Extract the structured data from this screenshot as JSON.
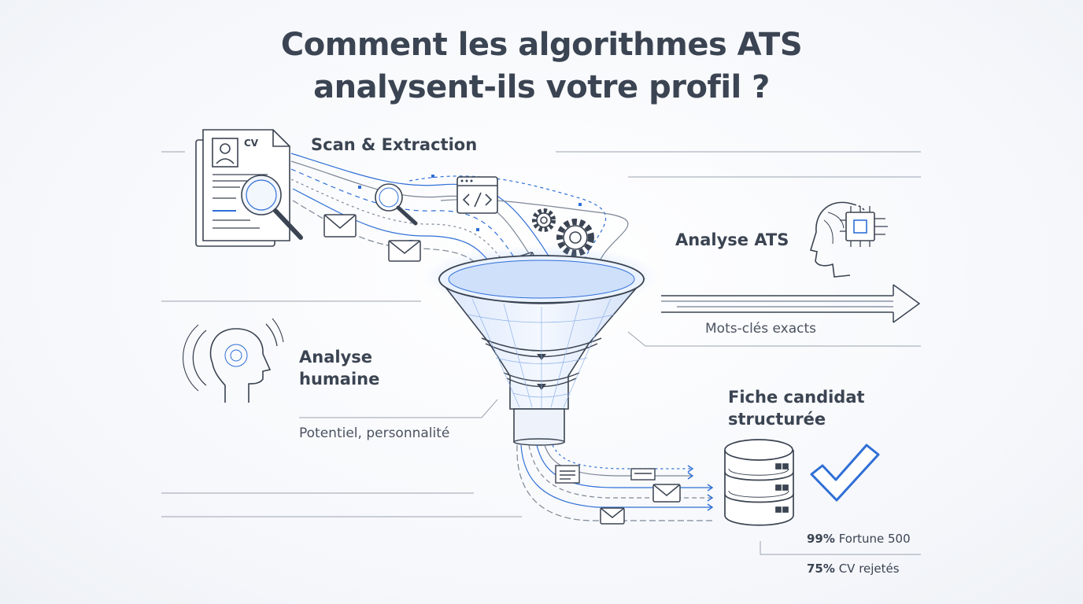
{
  "title_line1": "Comment les algorithmes ATS",
  "title_line2": "analysent-ils votre profil ?",
  "steps": {
    "scan": "Scan & Extraction",
    "ats": "Analyse ATS",
    "ats_detail": "Mots-clés exacts",
    "human_l1": "Analyse",
    "human_l2": "humaine",
    "human_detail": "Potentiel, personnalité",
    "output_l1": "Fiche candidat",
    "output_l2": "structurée"
  },
  "cv_badge": "CV",
  "stats": [
    {
      "value": "99%",
      "label": "Fortune 500"
    },
    {
      "value": "75%",
      "label": "CV rejetés"
    }
  ],
  "colors": {
    "accent": "#2f6fd6",
    "line": "#3b4452",
    "muted": "#9aa3b0"
  },
  "icons": [
    "cv-document-icon",
    "magnifier-icon",
    "envelope-icon",
    "code-window-icon",
    "gear-icon",
    "funnel-icon",
    "ai-head-icon",
    "chip-icon",
    "arrow-right-icon",
    "human-head-icon",
    "database-icon",
    "checkmark-icon"
  ]
}
